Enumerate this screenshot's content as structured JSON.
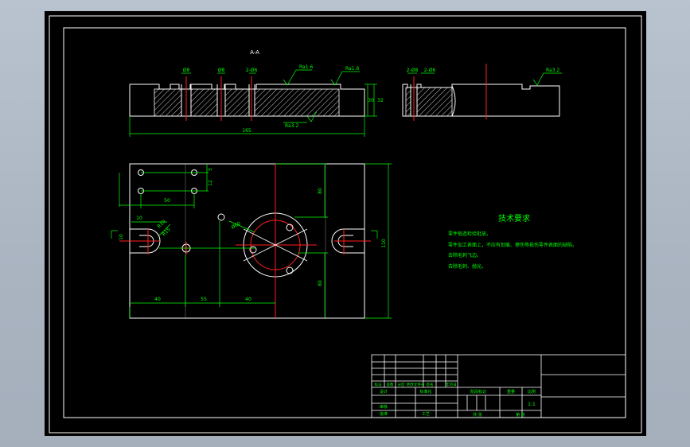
{
  "colors": {
    "background": "#000000",
    "frame": "#ffffff",
    "part": "#ffffff",
    "dimension": "#00ff00",
    "centerline": "#ff2020",
    "hatch": "#ffffff",
    "title_block": "#ffffff"
  },
  "views": {
    "section_label": "A-A",
    "section_dims": {
      "d1": "Ø8",
      "d2": "Ø8",
      "d3": "2-Ø6",
      "length": "165",
      "height_a": "30",
      "height_b": "32"
    },
    "side_dims": {
      "d1": "2-Ø8",
      "d2": "2-Ø6"
    },
    "roughness": {
      "r1": "Ra1.6",
      "r2": "Ra1.6",
      "r3": "Ra3.2",
      "r4": "Ra3.2"
    },
    "plan_dims": {
      "d40": "40",
      "d55": "55",
      "d40b": "40",
      "d110": "110",
      "d80a": "80",
      "d80b": "80",
      "d10": "10",
      "d5": "5",
      "d12": "12",
      "d50": "50",
      "r10": "R10",
      "r15": "R15",
      "d60": "Ø60",
      "d10b": "10"
    }
  },
  "notes": {
    "title": "技术要求",
    "items": [
      "零件锻造检验批放。",
      "零件加工表面上，不应有划痕、擦伤等损伤零件表面的缺陷。",
      "去除毛刺飞边。",
      "去除毛刺、抛光。"
    ]
  },
  "title_block": {
    "row_labels": [
      "标记",
      "处数",
      "分区",
      "更改文件号",
      "签名",
      "年月日"
    ],
    "design": "设计",
    "standard": "标准化",
    "stage_mark": "阶段标记",
    "weight": "重量",
    "scale_label": "比例",
    "scale_value": "1:1",
    "review": "审核",
    "craft": "工艺",
    "approve": "批准",
    "sheet_total": "共 张",
    "sheet_no": "第 张"
  }
}
